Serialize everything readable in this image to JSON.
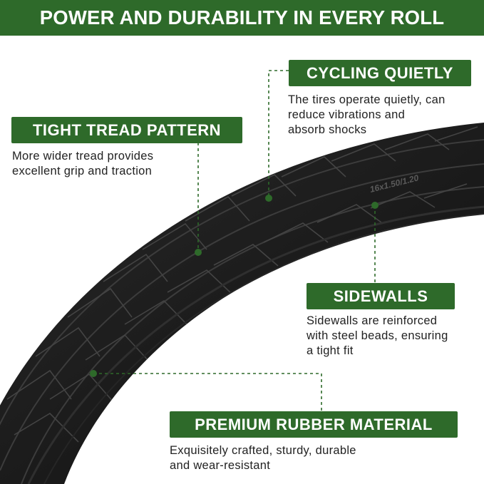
{
  "banner": {
    "title": "POWER AND DURABILITY IN EVERY ROLL"
  },
  "colors": {
    "accent": "#2e6a2a",
    "tire": "#161616",
    "text": "#222222"
  },
  "tire": {
    "sidewall_marking": "16x1.50/1.20"
  },
  "features": {
    "cycling": {
      "title": "CYCLING QUIETLY",
      "lines": [
        "The tires operate quietly, can",
        "reduce vibrations and",
        "absorb shocks"
      ]
    },
    "tread": {
      "title": "TIGHT TREAD PATTERN",
      "lines": [
        "More wider tread provides",
        "excellent grip and traction"
      ]
    },
    "sidewalls": {
      "title": "SIDEWALLS",
      "lines": [
        "Sidewalls are reinforced",
        "with steel beads, ensuring",
        "a tight fit"
      ]
    },
    "rubber": {
      "title": "PREMIUM RUBBER MATERIAL",
      "lines": [
        "Exquisitely crafted, sturdy, durable",
        "and wear-resistant"
      ]
    }
  }
}
